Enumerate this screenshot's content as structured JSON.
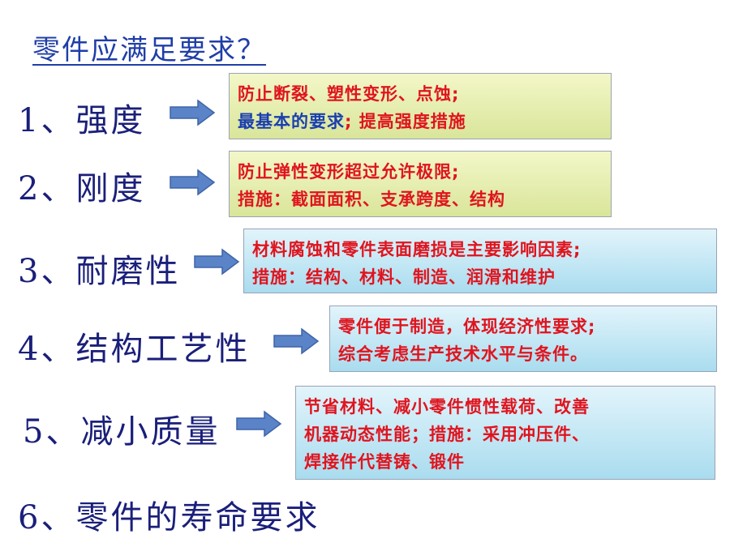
{
  "title": "零件应满足要求？",
  "items": [
    {
      "label": "1、强度"
    },
    {
      "label": "2、刚度"
    },
    {
      "label": "3、耐磨性"
    },
    {
      "label": "4、结构工艺性"
    },
    {
      "label": "5、减小质量"
    },
    {
      "label": "6、零件的寿命要求"
    }
  ],
  "boxes": [
    {
      "line1": "防止断裂、塑性变形、点蚀;",
      "line2a": "最基本的要求",
      "line2b": "; 提高强度措施"
    },
    {
      "line1": "防止弹性变形超过允许极限;",
      "line2": "措施：截面面积、支承跨度、结构"
    },
    {
      "line1": "材料腐蚀和零件表面磨损是主要影响因素;",
      "line2": "措施：结构、材料、制造、润滑和维护"
    },
    {
      "line1": "零件便于制造，体现经济性要求;",
      "line2": "综合考虑生产技术水平与条件。"
    },
    {
      "line1": "节省材料、减小零件惯性载荷、改善",
      "line2": "机器动态性能；措施：采用冲压件、",
      "line3": "焊接件代替铸、锻件"
    }
  ],
  "colors": {
    "item_text": "#1a1f7a",
    "box_text": "#e0141e",
    "highlight_text": "#1a3fb0",
    "arrow": "#5b83c8"
  }
}
